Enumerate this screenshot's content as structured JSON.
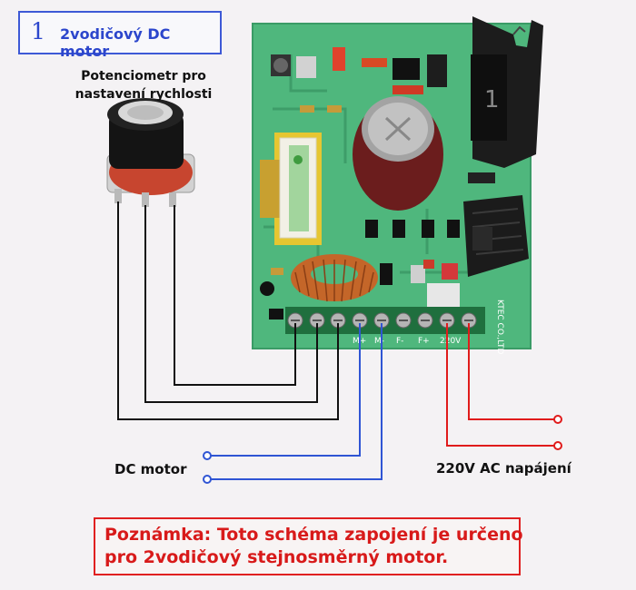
{
  "header": {
    "number": "1",
    "title": "2vodičový DC motor"
  },
  "potentiometer": {
    "label_line1": "Potenciometr pro",
    "label_line2": "nastavení rychlosti"
  },
  "motor": {
    "label": "DC motor"
  },
  "power": {
    "label": "220V AC napájení"
  },
  "note": {
    "line1": "Poznámka: Toto schéma zapojení je určeno",
    "line2": "pro 2vodičový stejnosměrný motor."
  },
  "board": {
    "terminal_labels": [
      "",
      "",
      "",
      "M+",
      "M-",
      "F-",
      "F+",
      "220V",
      ""
    ],
    "side_text": "KTEC CO.,LTD"
  },
  "colors": {
    "pcb": "#4fb77d",
    "motor_wires": "#2f55d4",
    "power_wires": "#e01b1b",
    "pot_wires": "#111111",
    "note": "#d81a1a",
    "title": "#2c46cc"
  }
}
